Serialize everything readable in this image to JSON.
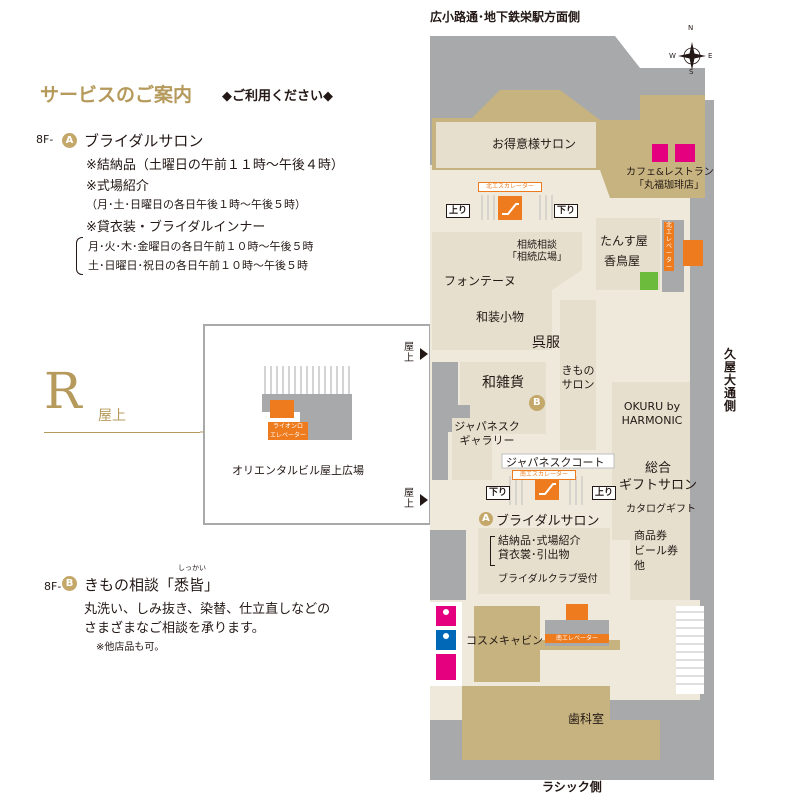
{
  "services": {
    "title": "サービスのご案内",
    "subtitle": "◆ご利用ください◆",
    "a": {
      "floor": "8F-",
      "badge": "A",
      "name": "ブライダルサロン",
      "lines": [
        "※結納品（土曜日の午前１１時〜午後４時）",
        "※式場紹介",
        "（月･土･日曜日の各日午後１時〜午後５時）",
        "※貸衣装・ブライダルインナー"
      ],
      "hours": [
        "月･火･木･金曜日の各日午前１０時〜午後５時",
        "土･日曜日･祝日の各日午前１０時〜午後５時"
      ]
    },
    "b": {
      "floor": "8F-",
      "badge": "B",
      "name": "きもの相談「悉皆」",
      "ruby": "しっかい",
      "lines": [
        "丸洗い、しみ抜き、染替、仕立直しなどの",
        "さまざまなご相談を承ります。"
      ],
      "note": "※他店品も可。"
    }
  },
  "rooftop": {
    "letter": "R",
    "label": "屋上",
    "plaza": "オリエンタルビル屋上広場",
    "elevator": "ライオンロ\nエレベーター",
    "exit_top": "屋上",
    "exit_bottom": "屋上"
  },
  "roads": {
    "north": "広小路通･地下鉄栄駅方面側",
    "east": "久屋大通側",
    "south": "ラシック側"
  },
  "compass": {
    "n": "N",
    "s": "S",
    "e": "E",
    "w": "W"
  },
  "map": {
    "vip_salon": "お得意様サロン",
    "cafe": "カフェ&レストラン\n「丸福珈琲店」",
    "north_escalator": "北エスカレーター",
    "up": "上り",
    "down": "下り",
    "north_elevator": "北エレベーター",
    "tansu": "たんす屋",
    "koutori": "香鳥屋",
    "fontaine": "フォンテーヌ",
    "soudan": "相続相談\n「相続広場」",
    "wasou": "和装小物",
    "gofuku": "呉服",
    "kimono_salon": "きもの\nサロン",
    "wazakka": "和雑貨",
    "okuru": "OKURU by\nHARMONIC",
    "japanesque_gallery": "ジャパネスク\nギャラリー",
    "japanesque_court": "ジャパネスクコート",
    "south_escalator": "南エスカレーター",
    "gift": "総合\nギフトサロン",
    "catalog_gift": "カタログギフト",
    "gift_cards": "商品券\nビール券\n他",
    "bridal": "ブライダルサロン",
    "bridal_services": "結納品･式場紹介\n貸衣裳･引出物",
    "bridal_club": "ブライダルクラブ受付",
    "cosme": "コスメキャビン",
    "south_elevator": "南エレベーター",
    "dental": "歯科室",
    "badge_a": "A",
    "badge_b": "B"
  },
  "colors": {
    "gold": "#b59a5c",
    "floor": "#efe9db",
    "shop": "#e6dfcd",
    "wall": "#a8a9aa",
    "accent_area": "#c7b37f",
    "orange": "#ee7b1e",
    "pink": "#e4007f",
    "blue": "#0068b7",
    "green": "#6cbb3c"
  }
}
